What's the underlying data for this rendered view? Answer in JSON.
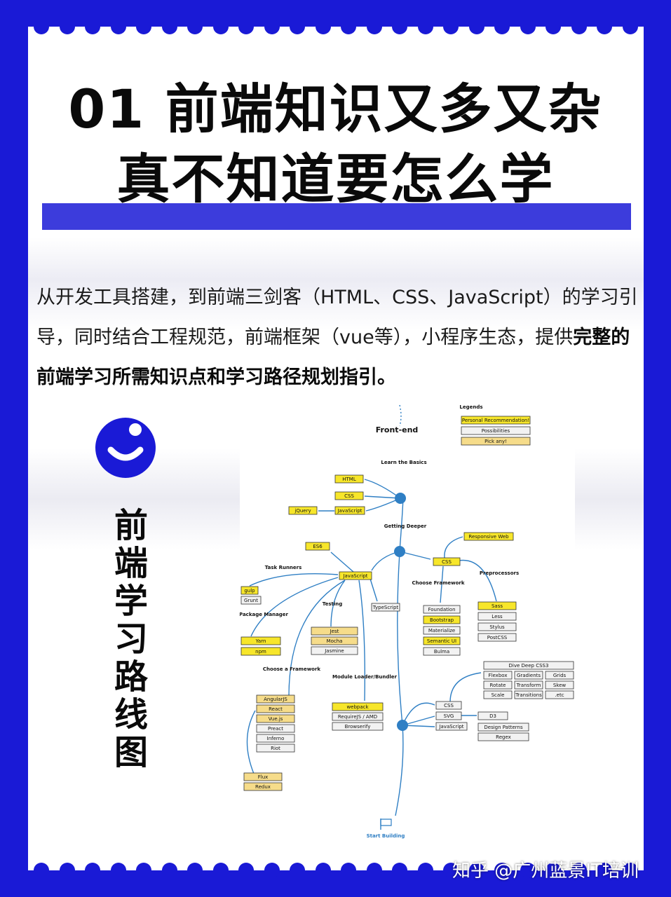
{
  "title": {
    "line1": "01 前端知识又多又杂",
    "line2": "真不知道要怎么学"
  },
  "description": {
    "normal": "从开发工具搭建，到前端三剑客（HTML、CSS、JavaScript）的学习引导，同时结合工程规范，前端框架（vue等），小程序生态，提供",
    "bold": "完整的前端学习所需知识点和学习路径规划指引。"
  },
  "vertical_title": "前端学习路线图",
  "watermark": "知乎 @广州蓝景IT培训",
  "colors": {
    "brand_blue": "#1a1ad6",
    "highlight": "#3c3cdc",
    "roadmap_yellow": "#f7e62a",
    "roadmap_blue": "#2f7fc4"
  },
  "roadmap": {
    "title": "Front-end",
    "legends_title": "Legends",
    "legends": [
      "Personal Recommendation!",
      "Possibilities",
      "Pick any!"
    ],
    "sections": {
      "basics": "Learn the Basics",
      "deeper": "Getting Deeper",
      "task_runners": "Task Runners",
      "package_manager": "Package Manager",
      "testing": "Testing",
      "choose_framework_js": "Choose a Framework",
      "module_loader": "Module Loader/Bundler",
      "choose_framework_css": "Choose Framework",
      "preprocessors": "Preprocessors",
      "start": "Start Building"
    },
    "basics_items": [
      "HTML",
      "CSS",
      "JavaScript",
      "jQuery"
    ],
    "deeper_items": {
      "es6": "ES6",
      "js": "JavaScript",
      "typescript": "TypeScript",
      "css": "CSS",
      "responsive": "Responsive Web"
    },
    "task_runners": [
      "gulp",
      "Grunt"
    ],
    "package_managers": [
      "Yarn",
      "npm"
    ],
    "testing": [
      "Jest",
      "Mocha",
      "Jasmine"
    ],
    "js_frameworks": [
      "AngularJS",
      "React",
      "Vue.js",
      "Preact",
      "Inferno",
      "Riot"
    ],
    "state": [
      "Flux",
      "Redux"
    ],
    "bundlers": [
      "webpack",
      "RequireJS / AMD",
      "Browserify"
    ],
    "css_frameworks": [
      "Foundation",
      "Bootstrap",
      "Materialize",
      "Semantic UI",
      "Bulma"
    ],
    "preprocessors": [
      "Sass",
      "Less",
      "Stylus",
      "PostCSS"
    ],
    "css3_title": "Dive Deep CSS3",
    "css3_items": [
      "Flexbox",
      "Gradients",
      "Grids",
      "Rotate",
      "Transform",
      "Skew",
      "Scale",
      "Transitions",
      ".etc"
    ],
    "final_items": {
      "css": "CSS",
      "svg": "SVG",
      "d3": "D3",
      "js": "JavaScript",
      "patterns": "Design Patterns",
      "regex": "Regex"
    }
  }
}
